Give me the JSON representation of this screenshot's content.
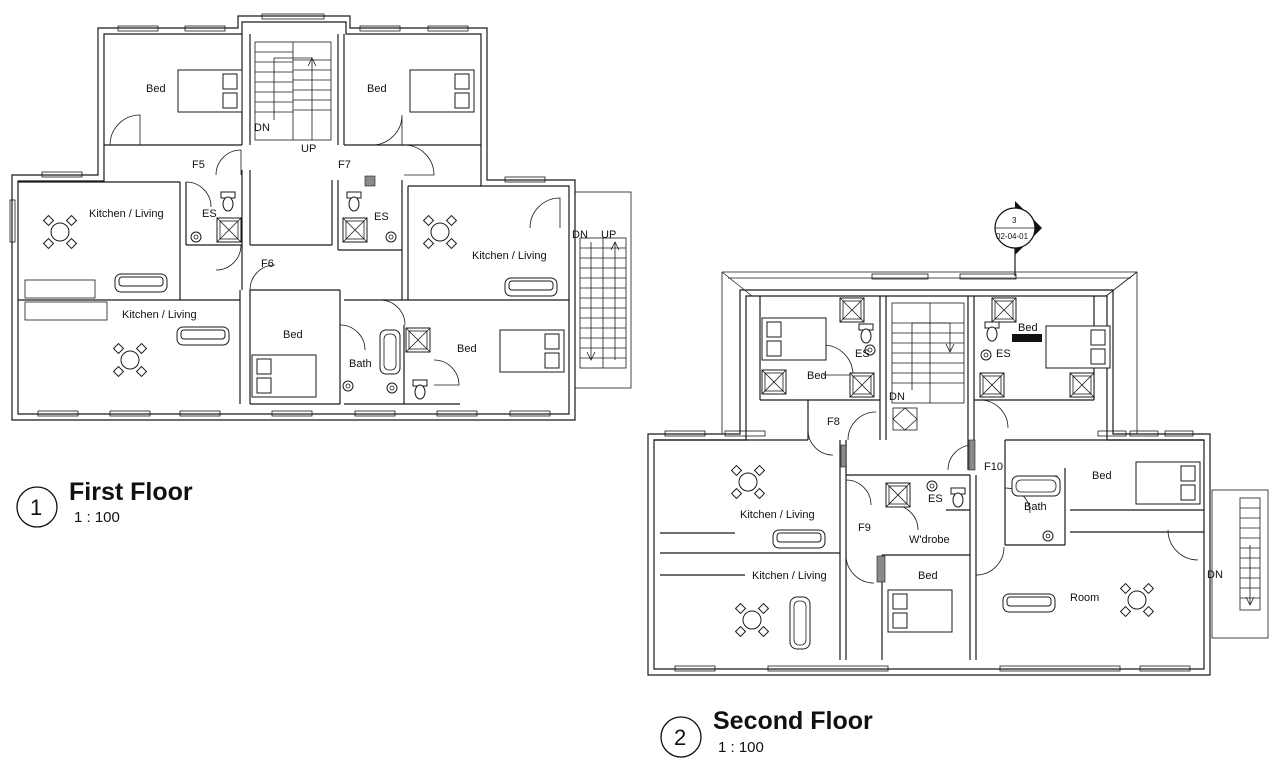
{
  "plans": [
    {
      "number": "1",
      "title": "First Floor",
      "scale": "1 : 100"
    },
    {
      "number": "2",
      "title": "Second Floor",
      "scale": "1 : 100"
    }
  ],
  "first_floor": {
    "bed_nw": "Bed",
    "bed_ne": "Bed",
    "kitchen_w": "Kitchen / Living",
    "kitchen_e": "Kitchen / Living",
    "kitchen_sw": "Kitchen / Living",
    "bed_s1": "Bed",
    "bed_s2": "Bed",
    "bath": "Bath",
    "es_w": "ES",
    "es_e": "ES",
    "f5": "F5",
    "f6": "F6",
    "f7": "F7",
    "dn": "DN",
    "up": "UP",
    "ext_dn": "DN",
    "ext_up": "UP"
  },
  "second_floor": {
    "bed_nw": "Bed",
    "bed_ne": "Bed",
    "bed_e": "Bed",
    "bed_s": "Bed",
    "kitchen_w": "Kitchen / Living",
    "kitchen_sw": "Kitchen / Living",
    "bath": "Bath",
    "room": "Room",
    "wardrobe": "W'drobe",
    "es_n1": "ES",
    "es_n2": "ES",
    "es_c": "ES",
    "f8": "F8",
    "f9": "F9",
    "f10": "F10",
    "dn": "DN",
    "ext_dn": "DN"
  },
  "section_marker": {
    "number": "3",
    "sheet": "02-04-01"
  }
}
